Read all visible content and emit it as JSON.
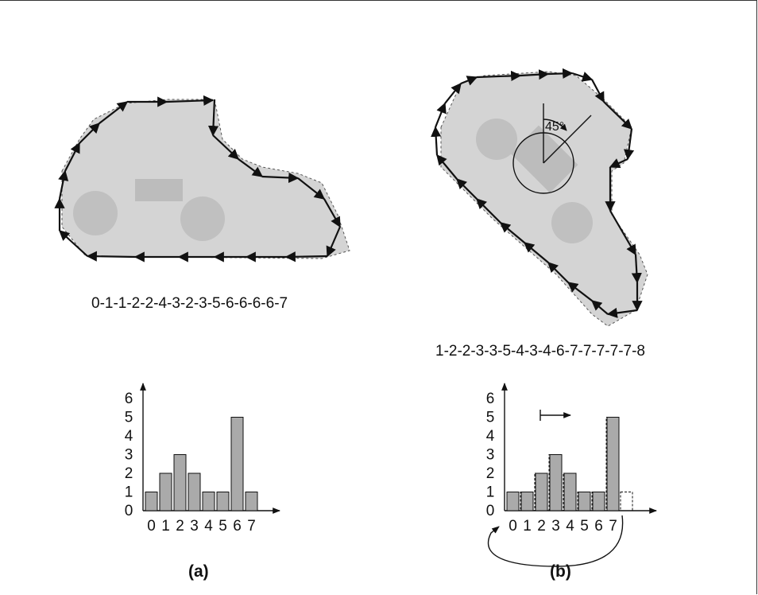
{
  "panel_a": {
    "label": "(a)",
    "chain_code": "0-1-1-2-2-4-3-2-3-5-6-6-6-6-7",
    "histogram": {
      "y_ticks": [
        "0",
        "1",
        "2",
        "3",
        "4",
        "5",
        "6"
      ],
      "x_ticks": [
        "0",
        "1",
        "2",
        "3",
        "4",
        "5",
        "6",
        "7"
      ],
      "values": [
        1,
        2,
        3,
        2,
        1,
        1,
        5,
        1
      ]
    }
  },
  "panel_b": {
    "label": "(b)",
    "chain_code": "1-2-2-3-3-5-4-3-4-6-7-7-7-7-7-8",
    "rotation_label": "45°",
    "histogram": {
      "y_ticks": [
        "0",
        "1",
        "2",
        "3",
        "4",
        "5",
        "6"
      ],
      "x_ticks": [
        "0",
        "1",
        "2",
        "3",
        "4",
        "5",
        "6",
        "7"
      ],
      "values": [
        1,
        1,
        2,
        3,
        2,
        1,
        1,
        5
      ],
      "shifted_values": [
        1,
        2,
        3,
        2,
        1,
        1,
        5,
        1
      ]
    }
  },
  "colors": {
    "bar": "#aaaaaa",
    "silhouette": "#d4d4d4",
    "ink": "#111111"
  }
}
